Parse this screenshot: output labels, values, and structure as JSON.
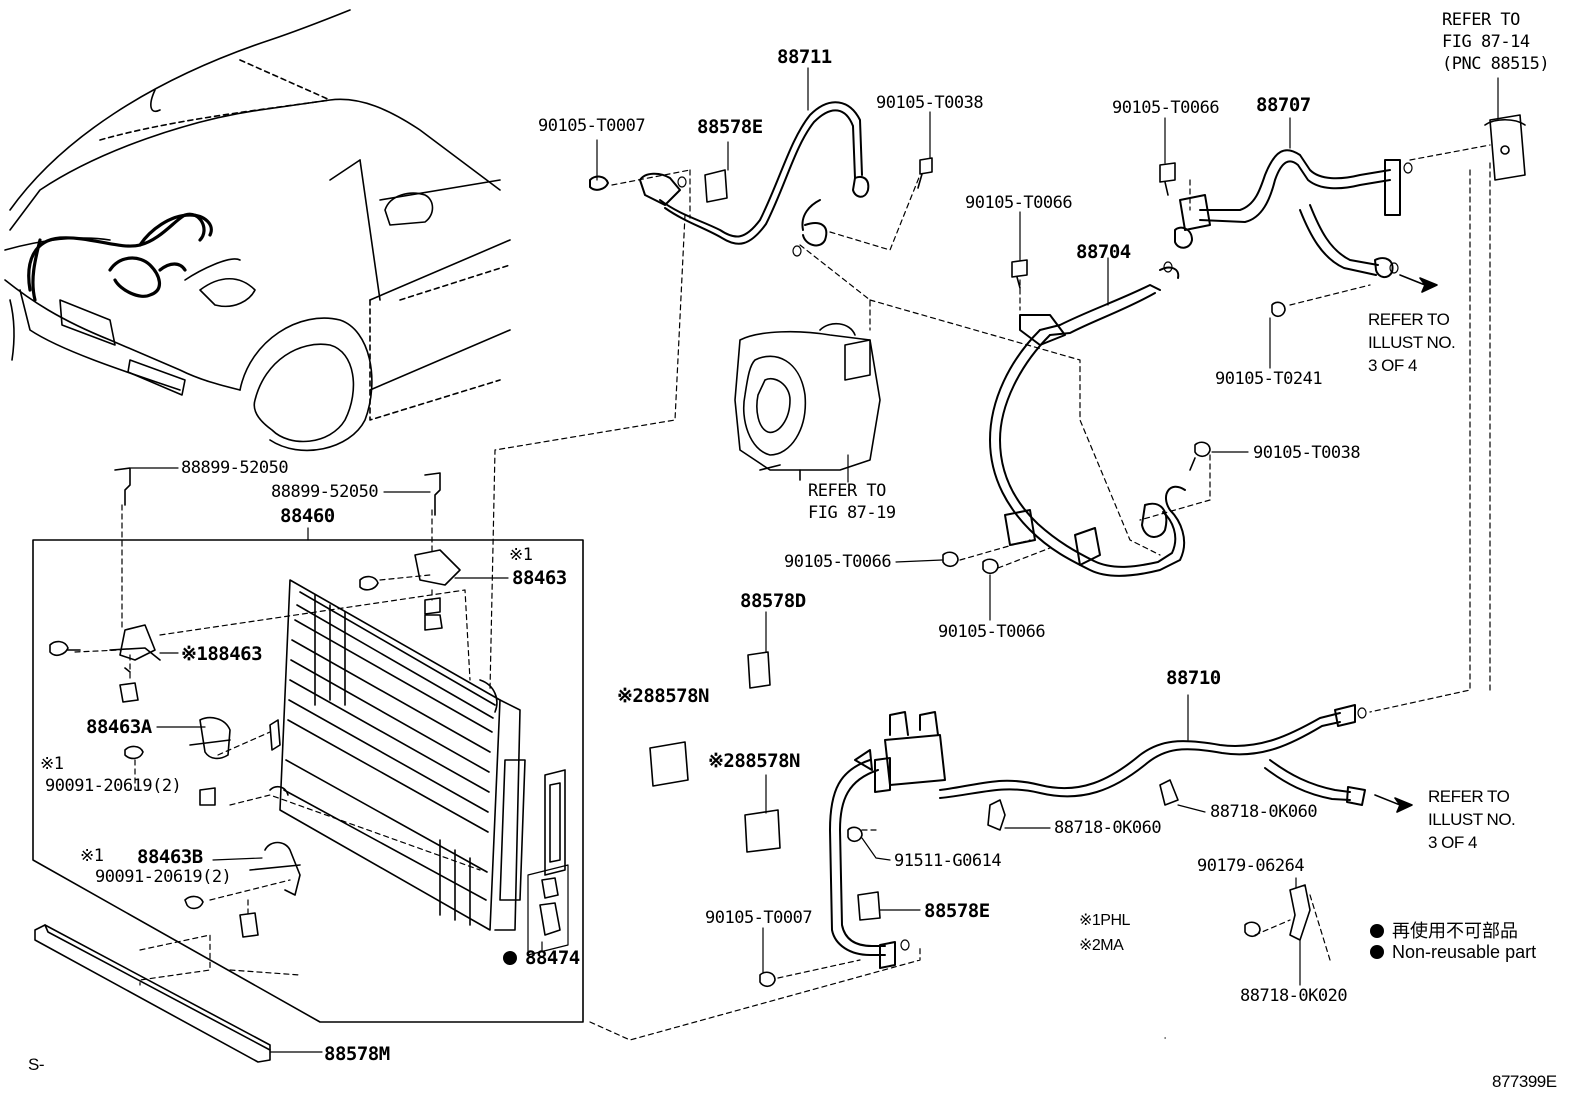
{
  "diagram": {
    "part_labels": {
      "p88711": "88711",
      "p90105_T0007_top": "90105-T0007",
      "p88578E_top": "88578E",
      "p90105_T0038_top": "90105-T0038",
      "p90105_T0066_a": "90105-T0066",
      "p88707": "88707",
      "refer_fig_87_14_l1": "REFER TO",
      "refer_fig_87_14_l2": "FIG 87-14",
      "refer_fig_87_14_l3": "(PNC 88515)",
      "p90105_T0066_b": "90105-T0066",
      "p88704": "88704",
      "refer_illust_a_l1": "REFER TO",
      "refer_illust_a_l2": "ILLUST NO.",
      "refer_illust_a_l3": "3 OF 4",
      "p90105_T0241": "90105-T0241",
      "refer_fig_87_19_l1": "REFER TO",
      "refer_fig_87_19_l2": "FIG 87-19",
      "p90105_T0038_mid": "90105-T0038",
      "p90105_T0066_c": "90105-T0066",
      "p90105_T0066_d": "90105-T0066",
      "p88899_a": "88899-52050",
      "p88899_b": "88899-52050",
      "p88460": "88460",
      "p88463_top": "88463",
      "mark1_top": "※1",
      "p88463_left": "※188463",
      "p88463A": "88463A",
      "mark1_mid": "※1",
      "p90091_a": "90091-20619(2)",
      "mark1_low": "※1",
      "p88463B": "88463B",
      "p90091_b": "90091-20619(2)",
      "p88474": "88474",
      "p88578M": "88578M",
      "p88578D": "88578D",
      "p88578N_a": "※288578N",
      "p88578N_b": "※288578N",
      "p88710": "88710",
      "refer_illust_b_l1": "REFER TO",
      "refer_illust_b_l2": "ILLUST NO.",
      "refer_illust_b_l3": "3 OF 4",
      "p88718_0K060_a": "88718-0K060",
      "p88718_0K060_b": "88718-0K060",
      "p91511": "91511-G0614",
      "p90179": "90179-06264",
      "p90105_T0007_low": "90105-T0007",
      "p88578E_low": "88578E",
      "note_phl": "※1PHL",
      "note_ma": "※2MA",
      "p88718_0K020": "88718-0K020",
      "corner_left": "S-",
      "corner_right": "877399E"
    },
    "legend": {
      "jp": "再使用不可部品",
      "en": "Non-reusable part"
    }
  }
}
